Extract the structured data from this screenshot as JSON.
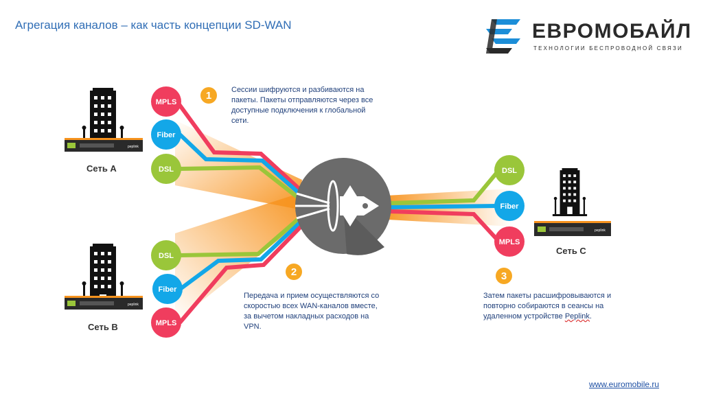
{
  "title": "Агрегация каналов – как часть концепции SD-WAN",
  "logo": {
    "name": "ЕВРОМОБАЙЛ",
    "tagline": "ТЕХНОЛОГИИ БЕСПРОВОДНОЙ СВЯЗИ"
  },
  "networks": {
    "a": {
      "label": "Сеть А",
      "channels": [
        "MPLS",
        "Fiber",
        "DSL"
      ]
    },
    "b": {
      "label": "Сеть В",
      "channels": [
        "DSL",
        "Fiber",
        "MPLS"
      ]
    },
    "c": {
      "label": "Сеть С",
      "channels": [
        "DSL",
        "Fiber",
        "MPLS"
      ]
    }
  },
  "router_brand": "peplink",
  "steps": [
    {
      "number": "1",
      "text": "Сессии шифруются и разбиваются на пакеты. Пакеты отправляются через все доступные подключения к глобальной сети."
    },
    {
      "number": "2",
      "text": "Передача и прием осуществляются со скоростью всех WAN-каналов вместе, за вычетом накладных расходов на VPN."
    },
    {
      "number": "3",
      "text_before": "Затем пакеты расшифровываются и повторно собираются в сеансы на удаленном устройстве ",
      "text_link": "Peplink",
      "text_after": "."
    }
  ],
  "website": "www.euromobile.ru",
  "colors": {
    "mpls": "#f03d5e",
    "fiber": "#13a7e8",
    "dsl": "#9ac63a",
    "step_badge": "#f7a823",
    "flow": "#f7931e",
    "hub": "#6b6b6b",
    "title": "#2f6db5",
    "logo_blue": "#1c8ed8"
  },
  "icons": [
    "building-icon",
    "router-icon",
    "rocket-icon",
    "euromobile-logo-icon"
  ]
}
